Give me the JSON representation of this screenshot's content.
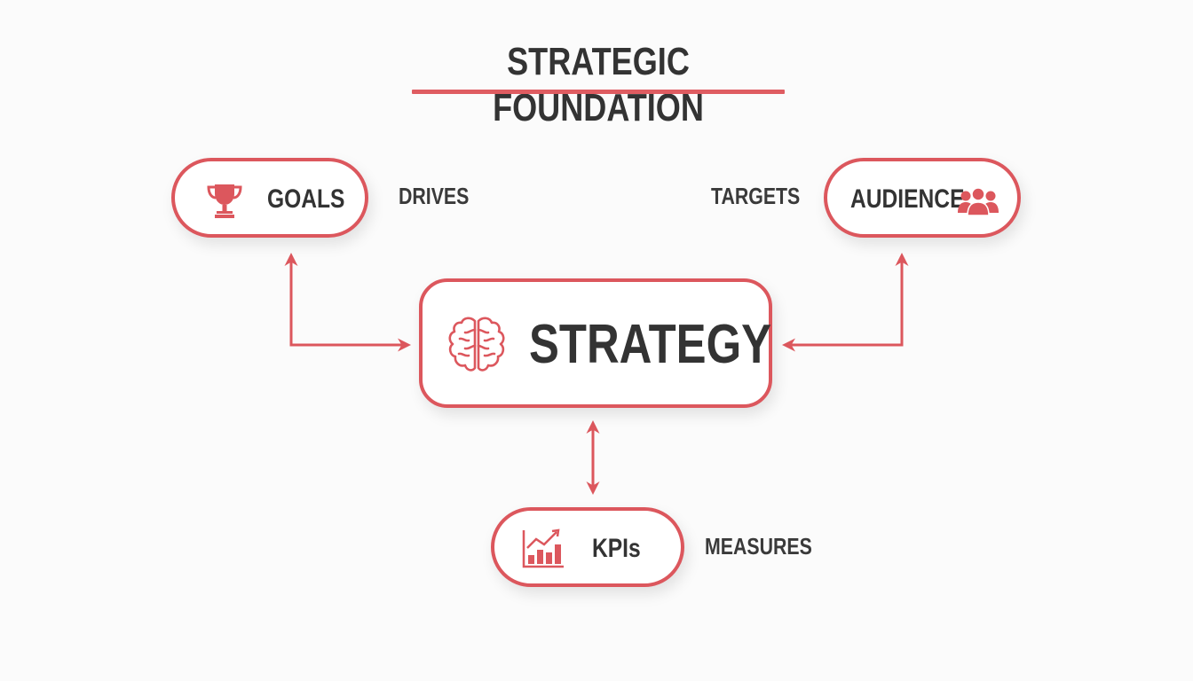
{
  "title": "STRATEGIC FOUNDATION",
  "colors": {
    "accent": "#dc575d",
    "text": "#333333",
    "background": "#fbfbfb"
  },
  "nodes": {
    "center": {
      "label": "STRATEGY",
      "icon": "brain-icon"
    },
    "goals": {
      "label": "GOALS",
      "icon": "trophy-icon"
    },
    "audience": {
      "label": "AUDIENCE",
      "icon": "users-icon"
    },
    "kpis": {
      "label": "KPIs",
      "icon": "chart-icon"
    }
  },
  "edges": [
    {
      "from": "goals",
      "to": "center",
      "label": "DRIVES",
      "direction": "bidirectional"
    },
    {
      "from": "audience",
      "to": "center",
      "label": "TARGETS",
      "direction": "bidirectional"
    },
    {
      "from": "kpis",
      "to": "center",
      "label": "MEASURES",
      "direction": "bidirectional"
    }
  ]
}
